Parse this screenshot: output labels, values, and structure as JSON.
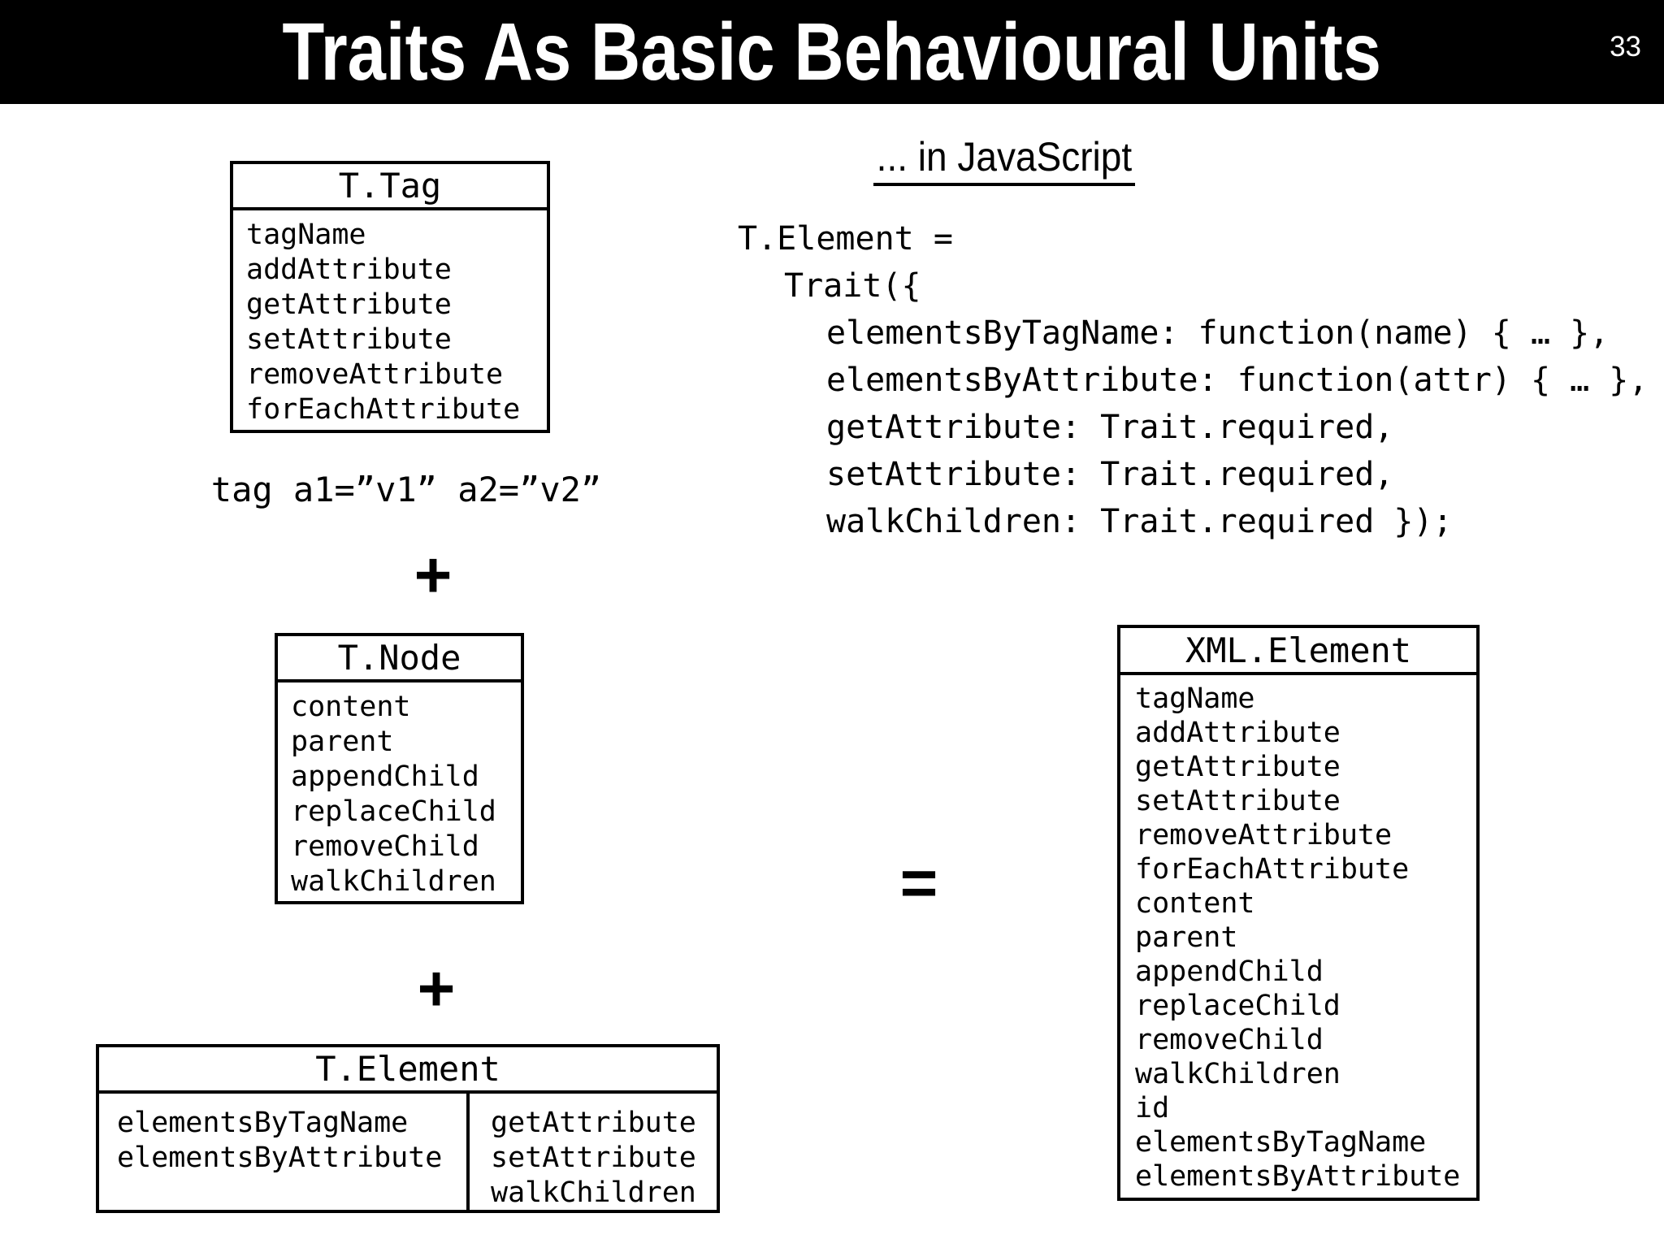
{
  "header": {
    "title": "Traits As Basic Behavioural Units",
    "slide_number": "33"
  },
  "left_column": {
    "tag_example": "tag a1=”v1” a2=”v2”",
    "plus_1": "+",
    "plus_2": "+"
  },
  "right_column": {
    "heading": "... in JavaScript",
    "equals": "=",
    "code_lines": [
      {
        "text": "T.Element =",
        "indent": 0
      },
      {
        "text": "Trait({",
        "indent": 1
      },
      {
        "text": "elementsByTagName: function(name) { … },",
        "indent": 2
      },
      {
        "text": "elementsByAttribute: function(attr) { … },",
        "indent": 2
      },
      {
        "text": "getAttribute: Trait.required,",
        "indent": 2
      },
      {
        "text": "setAttribute: Trait.required,",
        "indent": 2
      },
      {
        "text": "walkChildren: Trait.required });",
        "indent": 2
      }
    ]
  },
  "classes": {
    "t_tag": {
      "title": "T.Tag",
      "members": [
        "tagName",
        "addAttribute",
        "getAttribute",
        "setAttribute",
        "removeAttribute",
        "forEachAttribute"
      ]
    },
    "t_node": {
      "title": "T.Node",
      "members": [
        "content",
        "parent",
        "appendChild",
        "replaceChild",
        "removeChild",
        "walkChildren"
      ]
    },
    "t_element": {
      "title": "T.Element",
      "left_members": [
        "elementsByTagName",
        "elementsByAttribute"
      ],
      "right_members": [
        "getAttribute",
        "setAttribute",
        "walkChildren"
      ]
    },
    "xml_element": {
      "title": "XML.Element",
      "members": [
        "tagName",
        "addAttribute",
        "getAttribute",
        "setAttribute",
        "removeAttribute",
        "forEachAttribute",
        "content",
        "parent",
        "appendChild",
        "replaceChild",
        "removeChild",
        "walkChildren",
        "id",
        "elementsByTagName",
        "elementsByAttribute"
      ]
    }
  },
  "colors": {
    "background": "#ffffff",
    "header_background": "#000000",
    "header_text": "#ffffff",
    "diagram_ink": "#000000"
  }
}
